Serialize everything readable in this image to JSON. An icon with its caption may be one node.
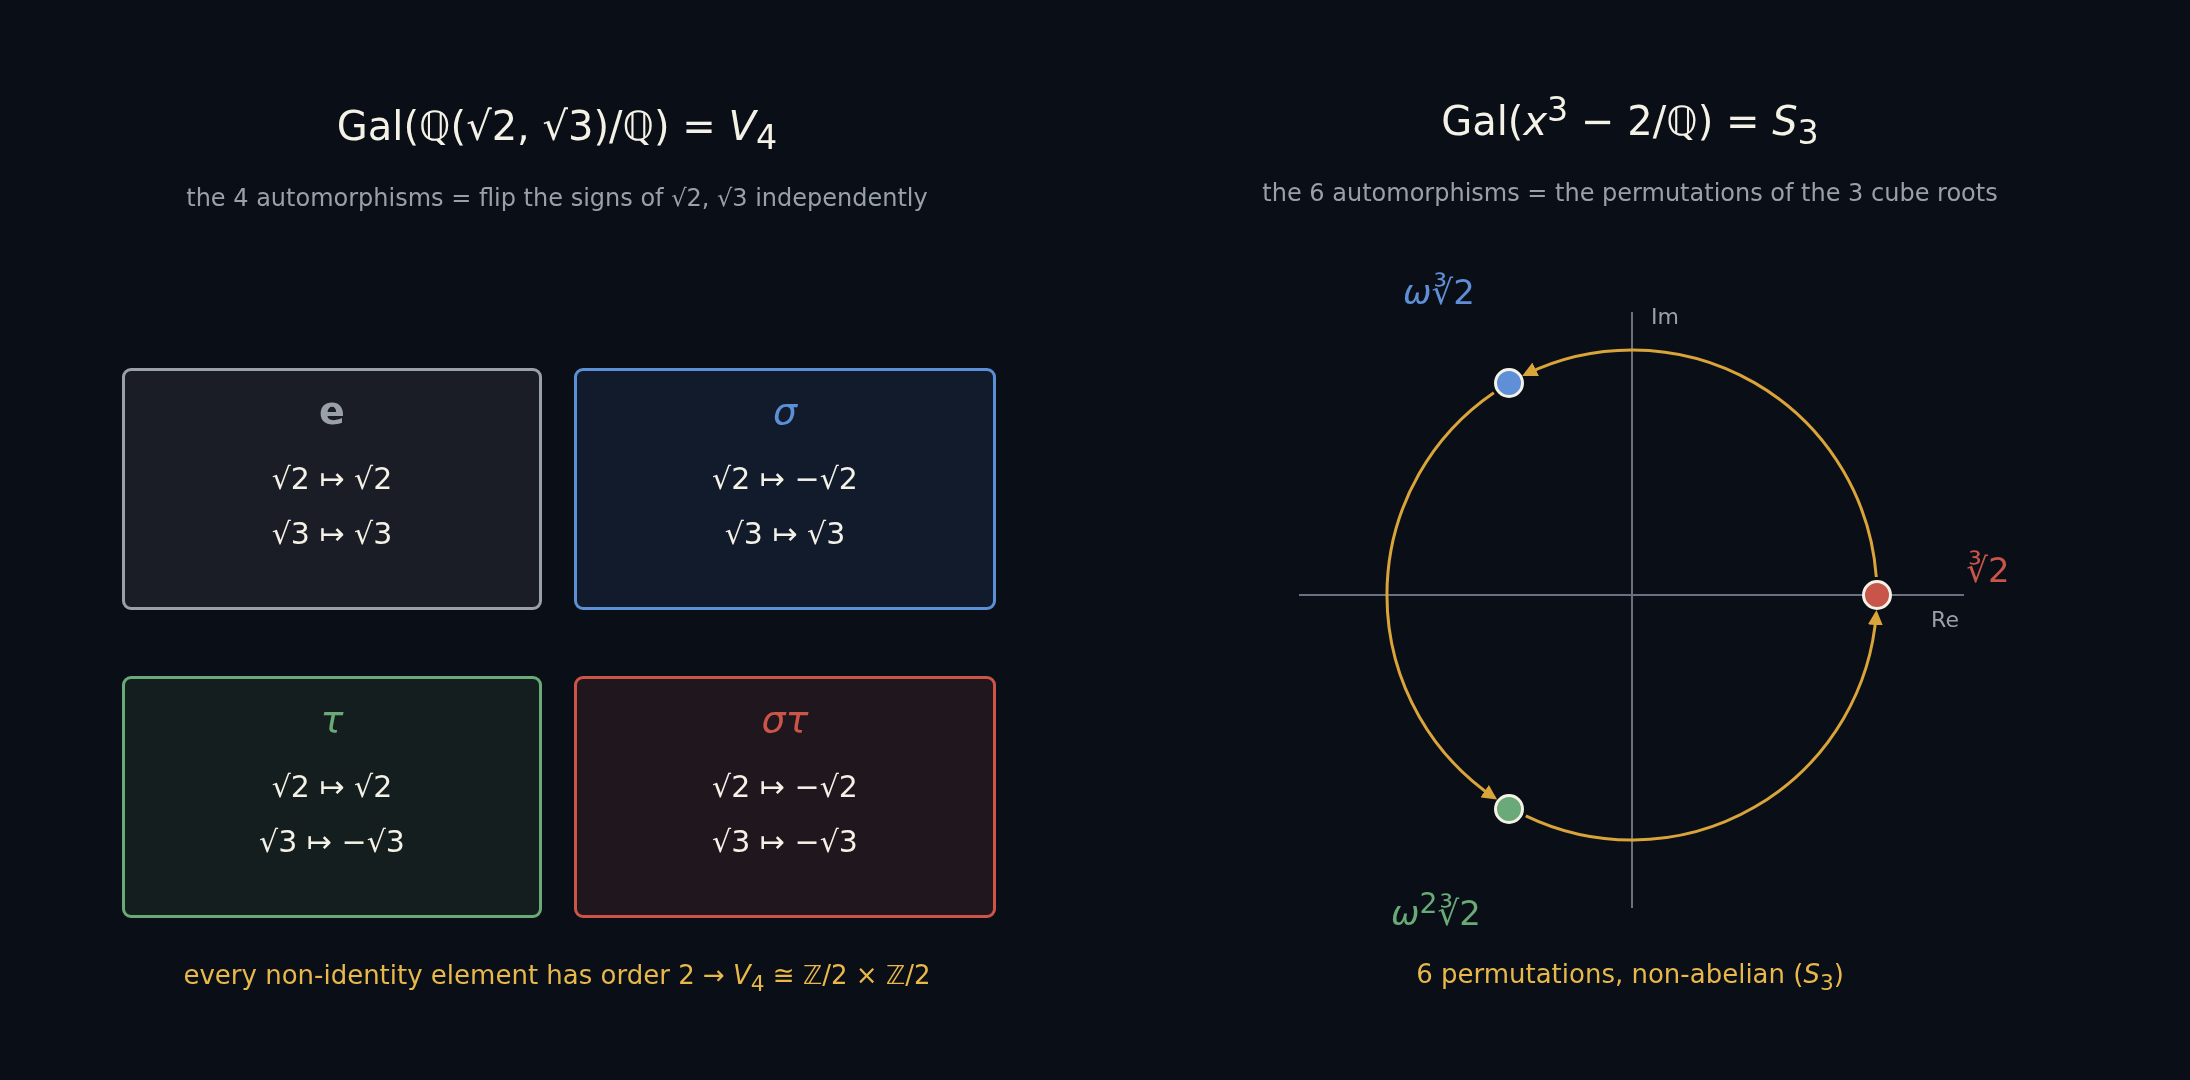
{
  "diagram": {
    "nodes": [
      {
        "text": [
          "e",
          "√2 ↦ √2",
          "√3 ↦ √3"
        ]
      },
      {
        "text": [
          "σ",
          "√2 ↦ −√2",
          "√3 ↦ √3"
        ]
      },
      {
        "text": [
          "τ",
          "√2 ↦ √2",
          "√3 ↦ −√3"
        ]
      },
      {
        "text": [
          "στ",
          "√2 ↦ −√2",
          "√3 ↦ −√3"
        ]
      },
      {
        "text": [],
        "shape": "circle",
        "beside": [
          "*ω*∛2"
        ]
      },
      {
        "text": [],
        "shape": "circle",
        "beside": [
          "∛2"
        ]
      },
      {
        "text": [],
        "shape": "circle",
        "beside": [
          "*ω*$^{2}$∛2"
        ]
      }
    ],
    "edges": [
      {
        "from": 5,
        "to": 4,
        "arrow": "to"
      },
      {
        "from": 4,
        "to": 6,
        "arrow": "to"
      },
      {
        "from": 6,
        "to": 5,
        "arrow": "to"
      }
    ],
    "labels": [
      "Gal(ℚ(√2, √3)/ℚ) = *V*$_{4}$",
      "the 4 automorphisms = flip the signs of √2, √3 independently",
      "Gal(*x*$^{3}$ − 2/ℚ) = *S*$_{3}$",
      "the 6 automorphisms = the permutations of the 3 cube roots",
      "Im",
      "Re",
      "every non-identity element has order 2 → *V*$_{4}$ ≅ ℤ/2 × ℤ/2",
      "6 permutations, non-abelian (*S*$_{3}$)"
    ]
  }
}
